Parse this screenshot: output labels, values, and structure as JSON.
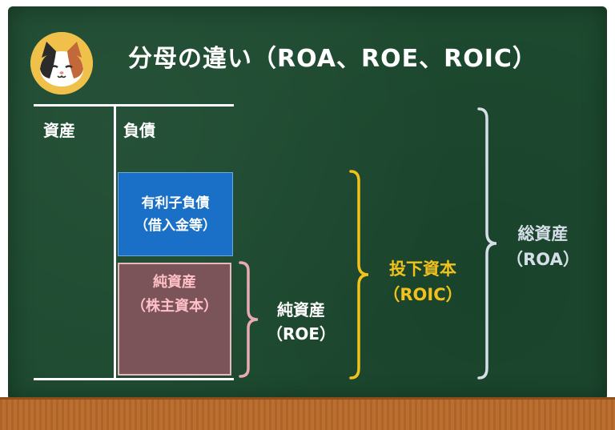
{
  "title": "分母の違い（ROA、ROE、ROIC）",
  "headers": {
    "assets": "資産",
    "liabilities": "負債"
  },
  "debt_box": {
    "line1": "有利子負債",
    "line2": "（借入金等）"
  },
  "equity_box": {
    "line1": "純資産",
    "line2": "（株主資本）"
  },
  "roe_label": {
    "line1": "純資産",
    "line2": "（ROE）"
  },
  "roic_label": {
    "line1": "投下資本",
    "line2": "（ROIC）"
  },
  "roa_label": {
    "line1": "総資産",
    "line2": "（ROA）"
  },
  "colors": {
    "board": "#1d4a30",
    "ledge": "#b86a2a",
    "debt_box": "#1a6fc6",
    "equity_box": "#7a5459",
    "roe_bracket": "#e8aab3",
    "roic_bracket": "#f1c21b",
    "roa_bracket": "#d6dfe9"
  },
  "icons": {
    "avatar": "calico-cat-face-icon"
  }
}
